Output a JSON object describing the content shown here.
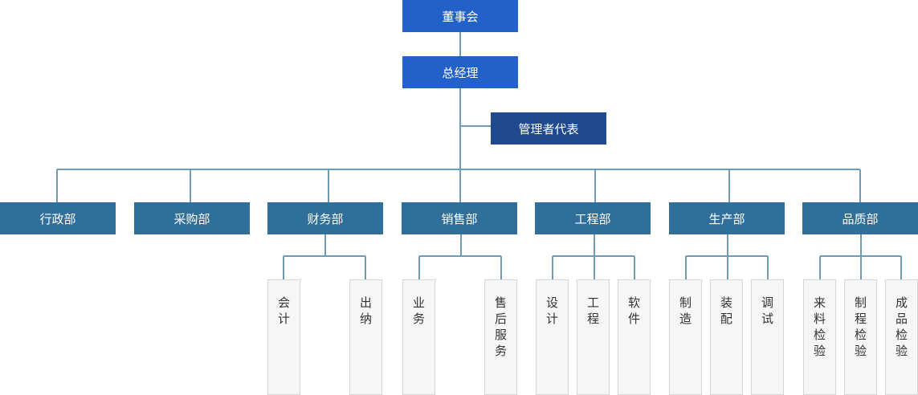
{
  "board": "董事会",
  "gm": "总经理",
  "mgmt_rep": "管理者代表",
  "departments": [
    {
      "name": "行政部",
      "subs": []
    },
    {
      "name": "采购部",
      "subs": []
    },
    {
      "name": "财务部",
      "subs": [
        "会计",
        "出纳"
      ]
    },
    {
      "name": "销售部",
      "subs": [
        "业务",
        "售后服务"
      ]
    },
    {
      "name": "工程部",
      "subs": [
        "设计",
        "工程",
        "软件"
      ]
    },
    {
      "name": "生产部",
      "subs": [
        "制造",
        "装配",
        "调试"
      ]
    },
    {
      "name": "品质部",
      "subs": [
        "来料检验",
        "制程检验",
        "成品检验"
      ]
    }
  ],
  "colors": {
    "top": "#2262c8",
    "mgmt_rep": "#1f4a90",
    "dept": "#2f6f99",
    "line": "#6e9bb5",
    "leaf_bg": "#f6f6f6",
    "leaf_border": "#d6d6d6"
  }
}
